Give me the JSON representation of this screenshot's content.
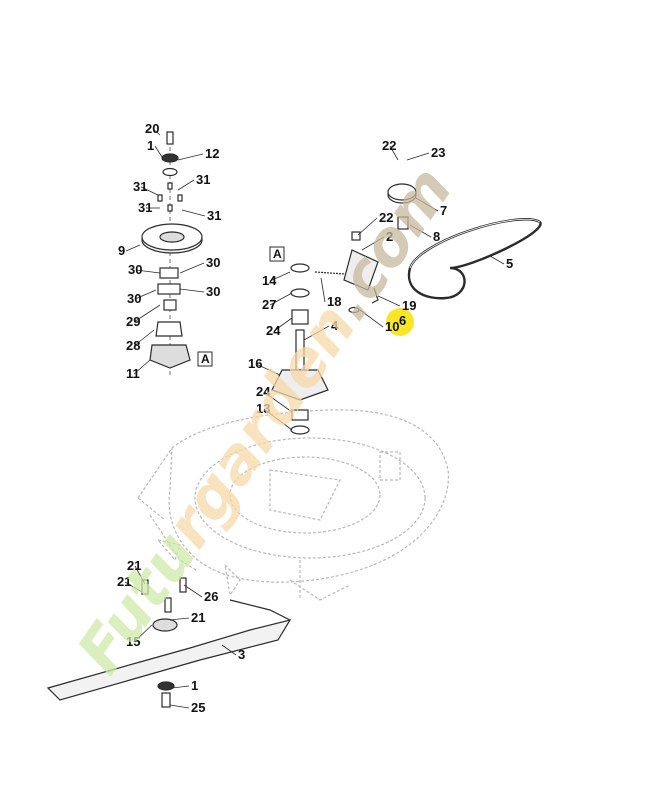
{
  "diagram": {
    "callouts": [
      "20",
      "1",
      "12",
      "31",
      "31",
      "31",
      "31",
      "9",
      "30",
      "30",
      "30",
      "30",
      "29",
      "28",
      "11",
      "A",
      "22",
      "23",
      "7",
      "22",
      "2",
      "8",
      "5",
      "A",
      "14",
      "27",
      "18",
      "19",
      "6",
      "10",
      "24",
      "4",
      "16",
      "24",
      "13",
      "21",
      "21",
      "26",
      "21",
      "15",
      "3",
      "1",
      "25"
    ],
    "box_label": "A"
  },
  "watermark": {
    "text": "Futurgarden.com",
    "colors": [
      "#cfe9a8",
      "#f7d9a9",
      "#c8b99d"
    ]
  },
  "highlight": {
    "color": "#f5e200"
  },
  "colors": {
    "line": "#2b2b2b",
    "ghost": "#b9b9b9",
    "label": "#111111"
  }
}
